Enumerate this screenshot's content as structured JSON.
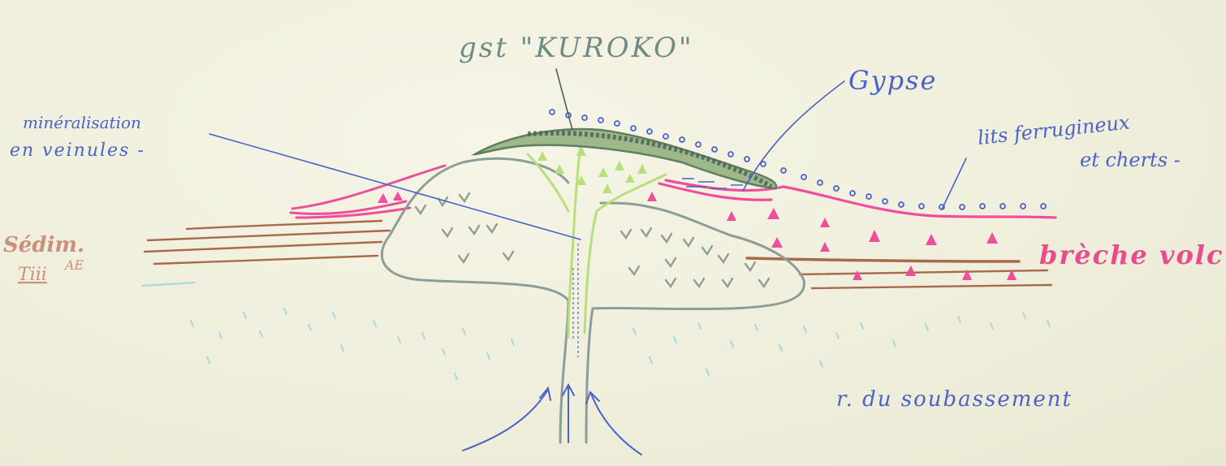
{
  "labels": {
    "kuroko": "gst \"KUROKO\"",
    "gypse": "Gypse",
    "mineralisation_line1": "minéralisation",
    "mineralisation_line2": "en veinules -",
    "lits_line1": "lits ferrugineux",
    "lits_line2": "et cherts -",
    "breche": "brèche volc.",
    "sedim_line1": "Sédim.",
    "sedim_line2": "Tiii",
    "sedim_sup": "AE",
    "socle": "r. du soubassement"
  },
  "colors": {
    "paper": "#f1f0df",
    "dome_outline": "#8c9e97",
    "green_vein": "#b7e07a",
    "kuroko_body": "#5f7f5e",
    "blue_ink": "#4a63c9",
    "pink": "#ef4f9a",
    "brown": "#a86a4c",
    "cyan_dots": "#a9d9e4",
    "pink_text": "#e94b8e",
    "brown_text": "#c8917c"
  }
}
